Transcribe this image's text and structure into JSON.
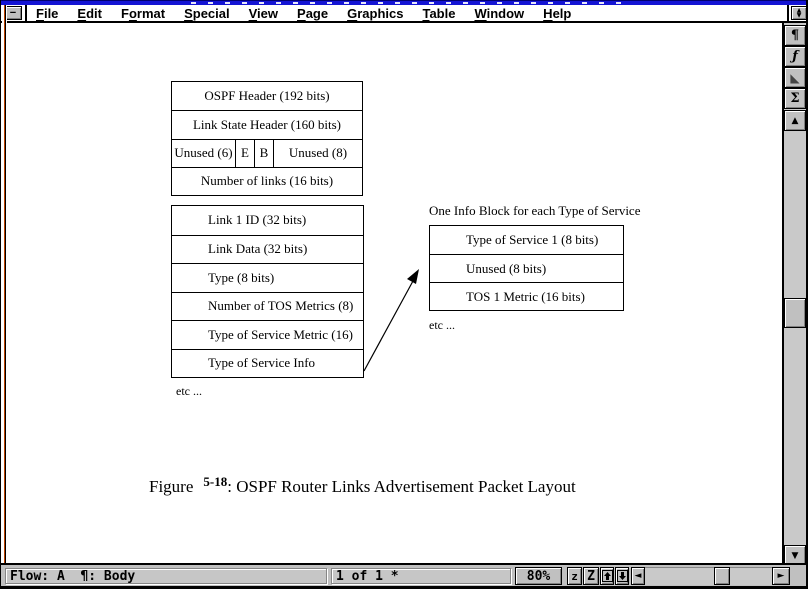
{
  "window": {
    "icons": {
      "minus": "−",
      "restore_up": "▲",
      "restore_down": "▼",
      "scroll_up": "▲",
      "scroll_down": "▼",
      "scroll_left": "◄",
      "scroll_right": "►",
      "pilcrow": "¶",
      "flow_function": "ƒ",
      "anchor_triangle": "◣",
      "sigma": "Σ"
    }
  },
  "menu_bar": {
    "items": [
      {
        "label": "File",
        "pre": "",
        "u": "F",
        "post": "ile"
      },
      {
        "label": "Edit",
        "pre": "",
        "u": "E",
        "post": "dit"
      },
      {
        "label": "Format",
        "pre": "F",
        "u": "o",
        "post": "rmat"
      },
      {
        "label": "Special",
        "pre": "",
        "u": "S",
        "post": "pecial"
      },
      {
        "label": "View",
        "pre": "",
        "u": "V",
        "post": "iew"
      },
      {
        "label": "Page",
        "pre": "",
        "u": "P",
        "post": "age"
      },
      {
        "label": "Graphics",
        "pre": "",
        "u": "G",
        "post": "raphics"
      },
      {
        "label": "Table",
        "pre": "",
        "u": "T",
        "post": "able"
      },
      {
        "label": "Window",
        "pre": "",
        "u": "W",
        "post": "indow"
      },
      {
        "label": "Help",
        "pre": "",
        "u": "H",
        "post": "elp"
      }
    ]
  },
  "document": {
    "packet_box": {
      "row_ospf": "OSPF Header (192 bits)",
      "row_lsh": "Link State Header (160 bits)",
      "flags": [
        "Unused (6)",
        "E",
        "B",
        "Unused (8)"
      ],
      "row_num": "Number of links (16 bits)"
    },
    "link_box": {
      "rows": [
        "Link 1 ID (32 bits)",
        "Link Data (32 bits)",
        "Type (8 bits)",
        "Number of TOS Metrics (8)",
        "Type of Service Metric (16)",
        "Type of Service Info"
      ]
    },
    "tos_label": "One Info Block for each Type of Service",
    "tos_box": {
      "rows": [
        "Type of Service 1 (8 bits)",
        "Unused (8 bits)",
        "TOS 1 Metric (16 bits)"
      ]
    },
    "etc_left": "etc ...",
    "etc_right": "etc ...",
    "caption": {
      "word": "Figure",
      "number": "5-18",
      "rest": ": OSPF Router Links Advertisement Packet Layout"
    }
  },
  "status_bar": {
    "flow": "Flow: A  ¶: Body",
    "page": "1 of 1 *",
    "zoom_value": "80%",
    "zoom_out": "z",
    "zoom_in": "Z"
  }
}
